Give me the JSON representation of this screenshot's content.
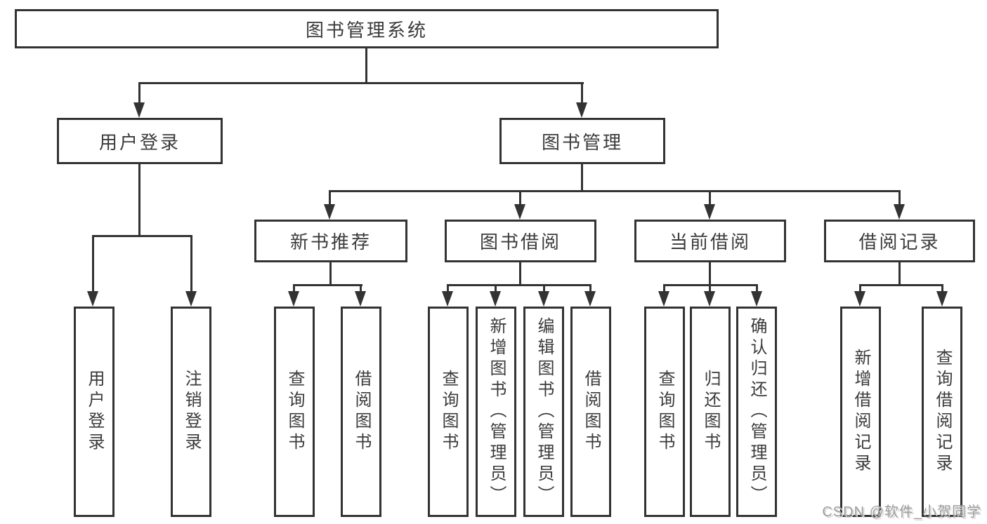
{
  "diagram": {
    "title": "图书管理系统",
    "nodes": {
      "user_login": "用户登录",
      "book_management": "图书管理",
      "new_book_recommend": "新书推荐",
      "book_borrow": "图书借阅",
      "current_borrow": "当前借阅",
      "borrow_record": "借阅记录"
    },
    "user_login_children": [
      "用户登录",
      "注销登录"
    ],
    "new_book_children": [
      "查询图书",
      "借阅图书"
    ],
    "book_borrow_children": [
      "查询图书",
      "新增图书（管理员）",
      "编辑图书（管理员）",
      "借阅图书"
    ],
    "current_borrow_children": [
      "查询图书",
      "归还图书",
      "确认归还（管理员）"
    ],
    "borrow_record_children": [
      "新增借阅记录",
      "查询借阅记录"
    ]
  },
  "watermark": {
    "text": "CSDN @软件_小贺同学"
  },
  "colors": {
    "line": "#333333",
    "text": "#3b3b3b",
    "watermark": "#9e9e9e",
    "background": "#ffffff"
  }
}
